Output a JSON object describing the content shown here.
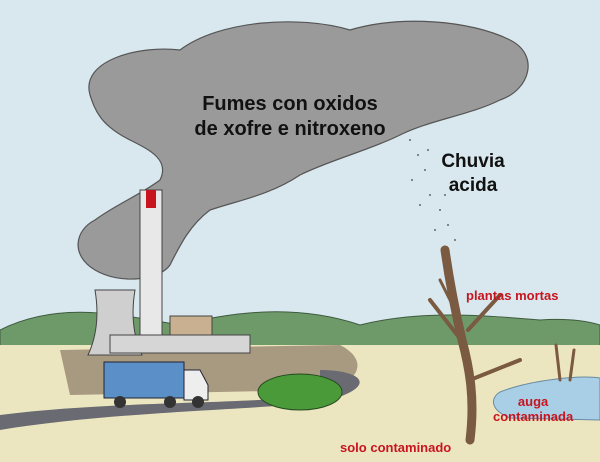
{
  "labels": {
    "smoke": [
      "Fumes con oxidos",
      "de xofre e nitroxeno"
    ],
    "rain": [
      "Chuvia",
      "acida"
    ],
    "dead_plants": "plantas mortas",
    "water": [
      "auga",
      "contaminada"
    ],
    "soil": "solo contaminado"
  },
  "colors": {
    "sky": "#d8e8ee",
    "smoke": "#9a9a9a",
    "label_red": "#c8141e",
    "hills": "#6e9a6a",
    "ground": "#ece6c0",
    "road": "#6a6a72",
    "water": "#a8cfe6",
    "truck": "#5a8fc8"
  }
}
